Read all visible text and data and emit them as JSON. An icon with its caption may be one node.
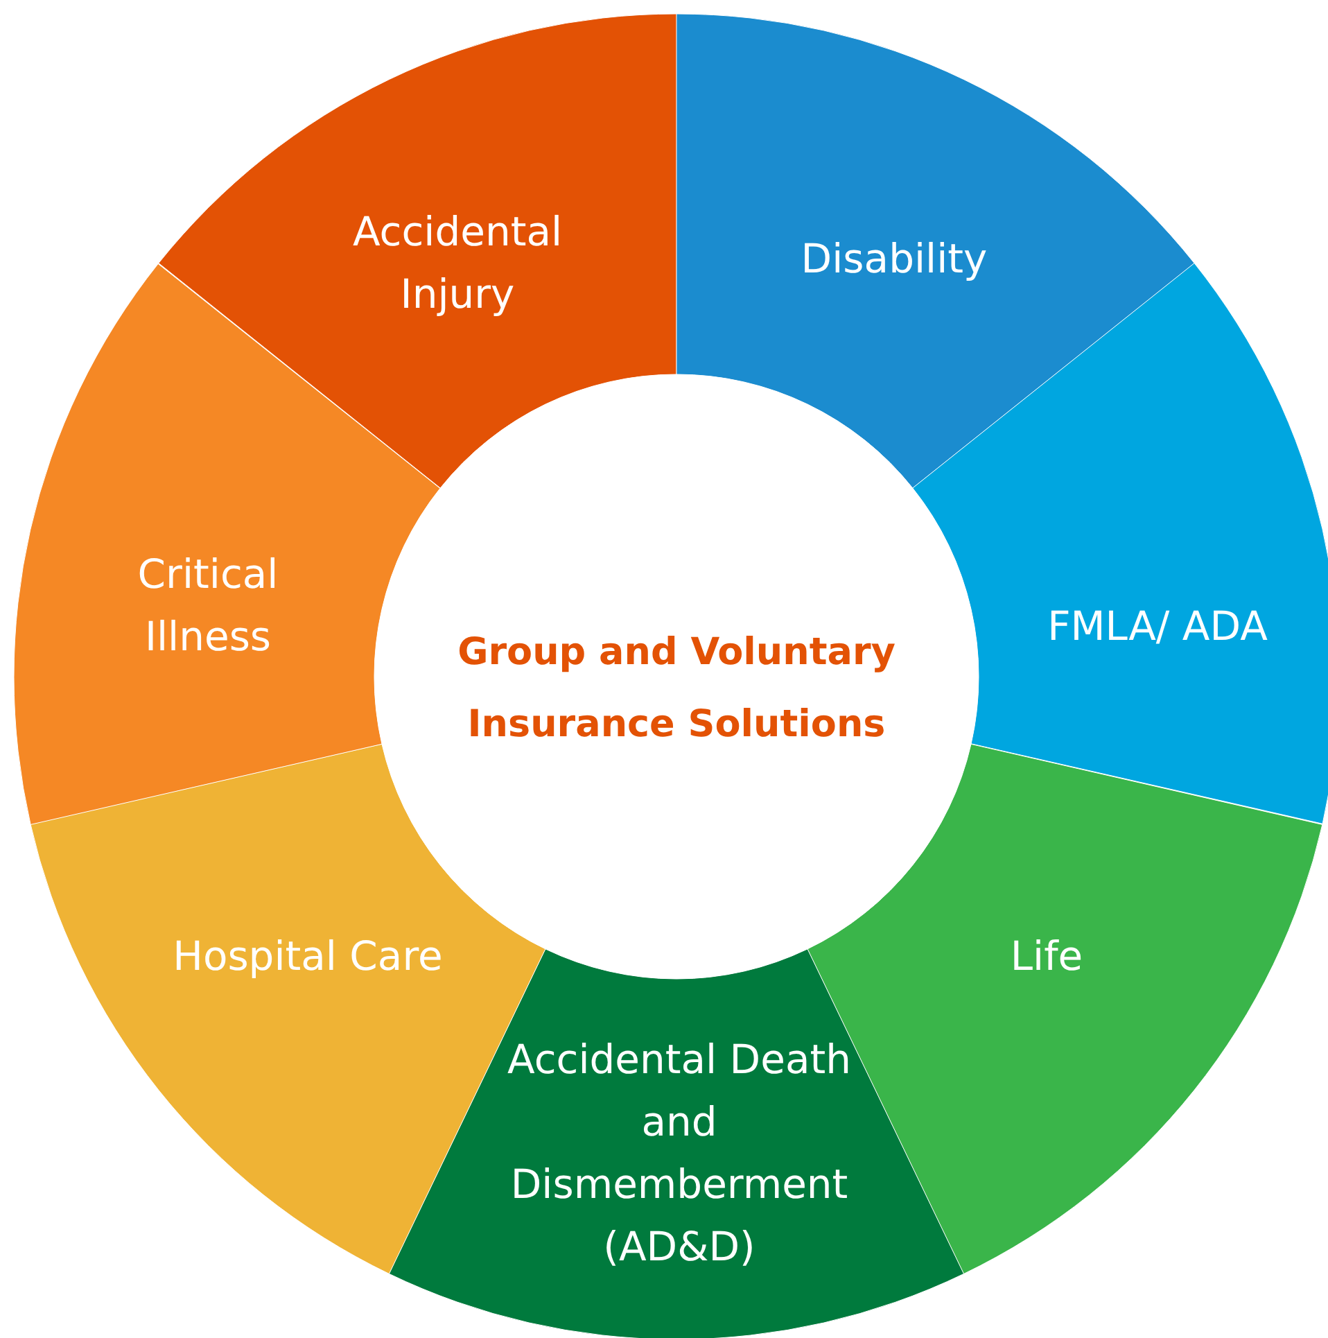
{
  "diagram": {
    "nodes": [
      {
        "text": [
          "Group and Voluntary Insurance Solutions"
        ]
      },
      {
        "text": [
          "Accidental Injury"
        ]
      },
      {
        "text": [
          "Disability"
        ]
      },
      {
        "text": [
          "FMLA/ ADA"
        ]
      },
      {
        "text": [
          "Life"
        ]
      },
      {
        "text": [
          "Accidental Death and Dismemberment (AD&D)"
        ]
      },
      {
        "text": [
          "Hospital Care"
        ]
      },
      {
        "text": [
          "Critical Illness"
        ]
      }
    ]
  }
}
